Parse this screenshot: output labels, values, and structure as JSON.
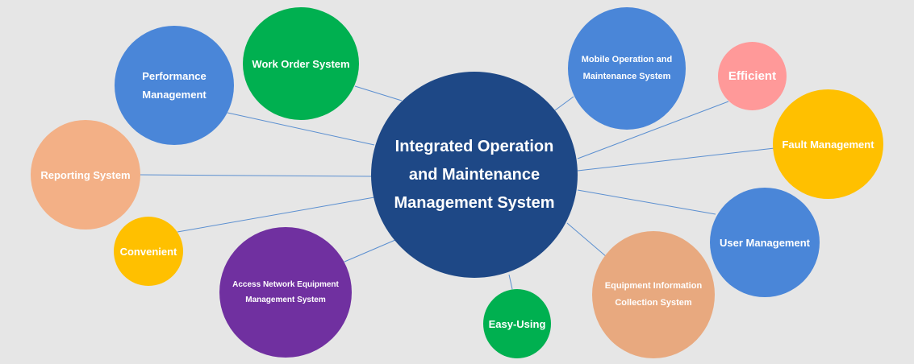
{
  "center": {
    "lines": [
      "Integrated Operation",
      "and Maintenance",
      "Management System"
    ],
    "color": "#1e4886"
  },
  "nodes": {
    "work_order": {
      "lines": [
        "Work Order System"
      ],
      "color": "#00b050"
    },
    "performance": {
      "lines": [
        "Performance",
        "Management"
      ],
      "color": "#4a86d8"
    },
    "reporting": {
      "lines": [
        "Reporting System"
      ],
      "color": "#f3b086"
    },
    "convenient": {
      "lines": [
        "Convenient"
      ],
      "color": "#ffc000"
    },
    "access_network": {
      "lines": [
        "Access Network Equipment",
        "Management System"
      ],
      "color": "#7030a0"
    },
    "easy_using": {
      "lines": [
        "Easy-Using"
      ],
      "color": "#00b050"
    },
    "equipment_info": {
      "lines": [
        "Equipment Information",
        "Collection System"
      ],
      "color": "#e8a97f"
    },
    "user_management": {
      "lines": [
        "User Management"
      ],
      "color": "#4a86d8"
    },
    "fault_management": {
      "lines": [
        "Fault Management"
      ],
      "color": "#ffc000"
    },
    "efficient": {
      "lines": [
        "Efficient"
      ],
      "color": "#ff9999"
    },
    "mobile_om": {
      "lines": [
        "Mobile Operation and",
        "Maintenance System"
      ],
      "color": "#4a86d8"
    }
  },
  "link_color": "#5b8fd0",
  "background": "#e6e6e6"
}
